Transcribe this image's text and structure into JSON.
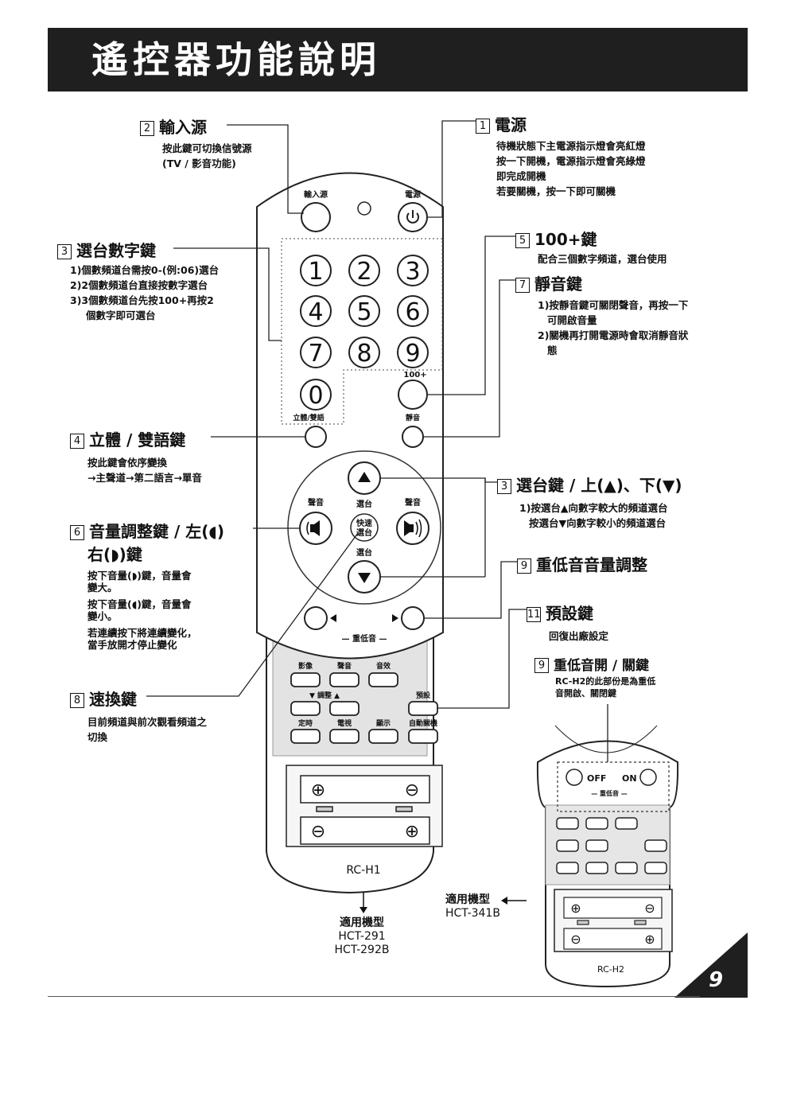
{
  "title": "遙控器功能說明",
  "page_number": "9",
  "sections": {
    "input": {
      "num": "2",
      "title": "輸入源",
      "lines": [
        "按此鍵可切換信號源",
        "(TV / 影音功能)"
      ]
    },
    "power": {
      "num": "1",
      "title": "電源",
      "lines": [
        "待機狀態下主電源指示燈會亮紅燈",
        "按一下開機，電源指示燈會亮綠燈",
        "即完成開機",
        "若要關機，按一下即可關機"
      ]
    },
    "digits": {
      "num": "3",
      "title": "選台數字鍵",
      "lines": [
        "1)個數頻道台需按0-(例:06)選台",
        "2)2個數頻道台直接按數字選台",
        "3)3個數頻道台先按100+再按2",
        "個數字即可選台"
      ]
    },
    "hundred": {
      "num": "5",
      "title": "100+鍵",
      "lines": [
        "配合三個數字頻道，選台使用"
      ]
    },
    "mute": {
      "num": "7",
      "title": "靜音鍵",
      "lines": [
        "1)按靜音鍵可關閉聲音，再按一下",
        "可開啟音量",
        "2)關機再打開電源時會取消靜音狀",
        "態"
      ]
    },
    "stereo": {
      "num": "4",
      "title": "立體 / 雙語鍵",
      "lines": [
        "按此鍵會依序變換",
        "→主聲道→第二語言→單音"
      ]
    },
    "channel": {
      "num": "3",
      "title": "選台鍵 / 上(▲)、下(▼)",
      "lines": [
        "1)按選台▲向數字較大的頻道選台",
        "按選台▼向數字較小的頻道選台"
      ]
    },
    "volume": {
      "num": "6",
      "title": "音量調整鍵 / 左(◖)",
      "title2": "右(◗)鍵",
      "lines": [
        "按下音量(◗)鍵，音量會",
        "變大。",
        "按下音量(◖)鍵，音量會",
        "變小。",
        "若連續按下將連續變化，",
        "當手放開才停止變化"
      ]
    },
    "bass_volume": {
      "num": "9",
      "title": "重低音音量調整"
    },
    "preset": {
      "num": "11",
      "title": "預設鍵",
      "lines": [
        "回復出廠設定"
      ]
    },
    "bass_switch": {
      "num": "9",
      "title": "重低音開 / 關鍵",
      "lines": [
        "RC-H2的此部份是為重低",
        "音開啟、關閉鍵"
      ]
    },
    "quick": {
      "num": "8",
      "title": "速換鍵",
      "lines": [
        "目前頻道與前次觀看頻道之",
        "切換"
      ]
    }
  },
  "remote1": {
    "label_input": "輸入源",
    "label_power": "電源",
    "digits": [
      "1",
      "2",
      "3",
      "4",
      "5",
      "6",
      "7",
      "8",
      "9",
      "0"
    ],
    "label_100": "100+",
    "label_stereo": "立體/雙語",
    "label_mute": "靜音",
    "label_vol_left": "聲音",
    "label_vol_right": "聲音",
    "label_ch_up": "選台",
    "label_ch_down": "選台",
    "quick_line1": "快速",
    "quick_line2": "選台",
    "label_bass": "— 重低音 —",
    "btn_labels": [
      "影像",
      "聲音",
      "音效",
      "▼ 調整 ▲",
      "預設",
      "定時",
      "電視",
      "顯示",
      "自動關機"
    ],
    "model": "RC-H1"
  },
  "remote2": {
    "label_off": "OFF",
    "label_on": "ON",
    "label_bass": "— 重低音 —",
    "model": "RC-H2"
  },
  "models1": {
    "heading": "適用機型",
    "items": [
      "HCT-291",
      "HCT-292B"
    ]
  },
  "models2": {
    "heading": "適用機型",
    "items": [
      "HCT-341B"
    ]
  }
}
